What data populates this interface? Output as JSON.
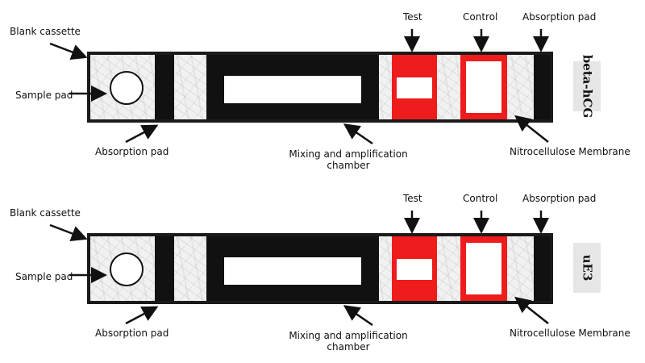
{
  "panels": [
    {
      "strip_label": "beta-hCG",
      "labels": {
        "blank_cassette": "Blank cassette",
        "sample_pad": "Sample pad",
        "absorption_pad_bottom": "Absorption pad",
        "mixing_chamber": "Mixing and amplification chamber",
        "test": "Test",
        "control": "Control",
        "absorption_pad_top": "Absorption pad",
        "nitrocellulose": "Nitrocellulose Membrane"
      }
    },
    {
      "strip_label": "uE3",
      "labels": {
        "blank_cassette": "Blank cassette",
        "sample_pad": "Sample pad",
        "absorption_pad_bottom": "Absorption pad",
        "mixing_chamber": "Mixing and amplification chamber",
        "test": "Test",
        "control": "Control",
        "absorption_pad_top": "Absorption pad",
        "nitrocellulose": "Nitrocellulose Membrane"
      }
    }
  ],
  "colors": {
    "band": "#ee1c1c",
    "frame": "#111111",
    "membrane": "#f1f1f1"
  }
}
